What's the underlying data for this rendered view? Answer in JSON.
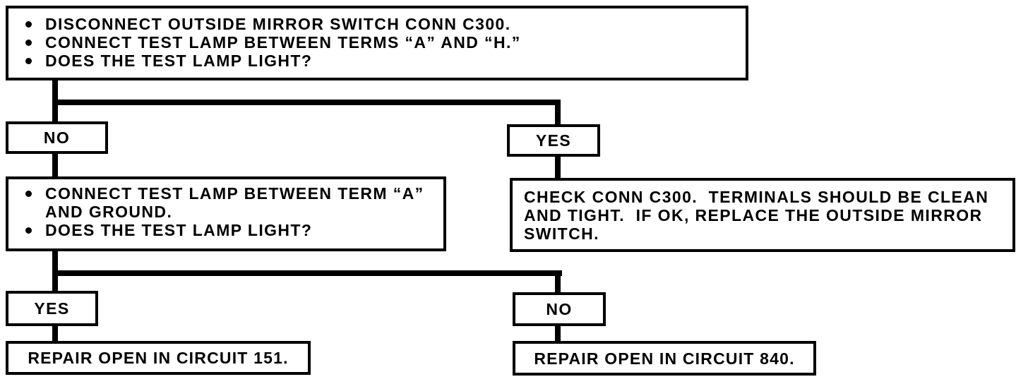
{
  "flowchart": {
    "start_box": {
      "bullets": [
        "DISCONNECT OUTSIDE MIRROR SWITCH CONN C300.",
        "CONNECT TEST LAMP BETWEEN TERMS “A” AND “H.”",
        "DOES THE TEST LAMP LIGHT?"
      ]
    },
    "level1": {
      "no_label": "NO",
      "yes_label": "YES"
    },
    "no_action_box": {
      "bullets": [
        "CONNECT TEST LAMP BETWEEN TERM “A” AND GROUND.",
        "DOES THE TEST LAMP LIGHT?"
      ]
    },
    "yes_action_box": {
      "text": "CHECK CONN C300.  TERMINALS SHOULD BE CLEAN AND TIGHT.  IF OK, REPLACE THE OUTSIDE MIRROR SWITCH."
    },
    "level2": {
      "yes_label": "YES",
      "no_label": "NO"
    },
    "result_left": "REPAIR OPEN IN CIRCUIT 151.",
    "result_right": "REPAIR OPEN IN CIRCUIT 840.",
    "colors": {
      "ink": "#000000",
      "paper": "#ffffff"
    }
  }
}
